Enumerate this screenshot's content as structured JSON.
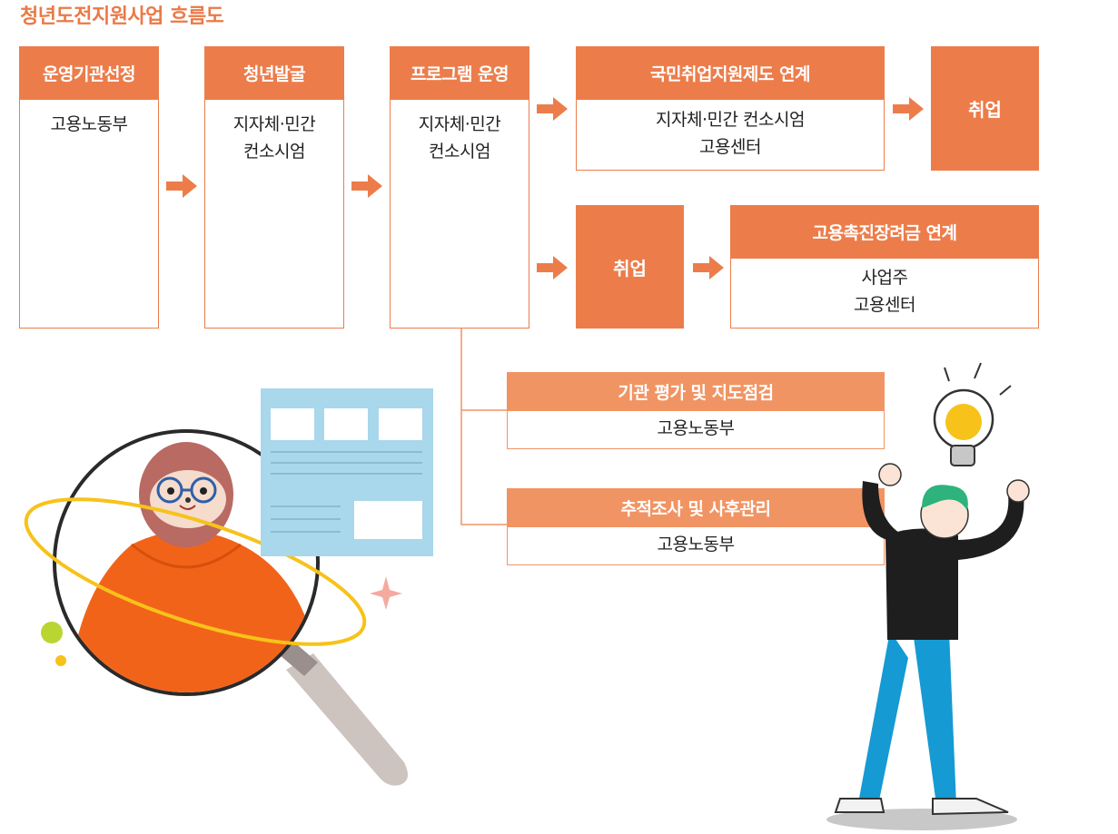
{
  "title": "청년도전지원사업 흐름도",
  "colors": {
    "accent": "#ec7d4b",
    "accent_light": "#f19463"
  },
  "flow": {
    "step1": {
      "header": "운영기관선정",
      "body": "고용노동부"
    },
    "step2": {
      "header": "청년발굴",
      "body": "지자체·민간\n컨소시엄"
    },
    "step3": {
      "header": "프로그램 운영",
      "body": "지자체·민간\n컨소시엄"
    },
    "branch1": {
      "header": "국민취업지원제도 연계",
      "body": "지자체·민간 컨소시엄\n고용센터",
      "result": "취업"
    },
    "branch2": {
      "result": "취업",
      "header": "고용촉진장려금 연계",
      "body": "사업주\n고용센터"
    },
    "eval": {
      "header": "기관 평가 및 지도점검",
      "body": "고용노동부"
    },
    "followup": {
      "header": "추적조사 및 사후관리",
      "body": "고용노동부"
    }
  },
  "illustrations": [
    "sloth-in-magnifier",
    "person-with-lightbulb"
  ]
}
